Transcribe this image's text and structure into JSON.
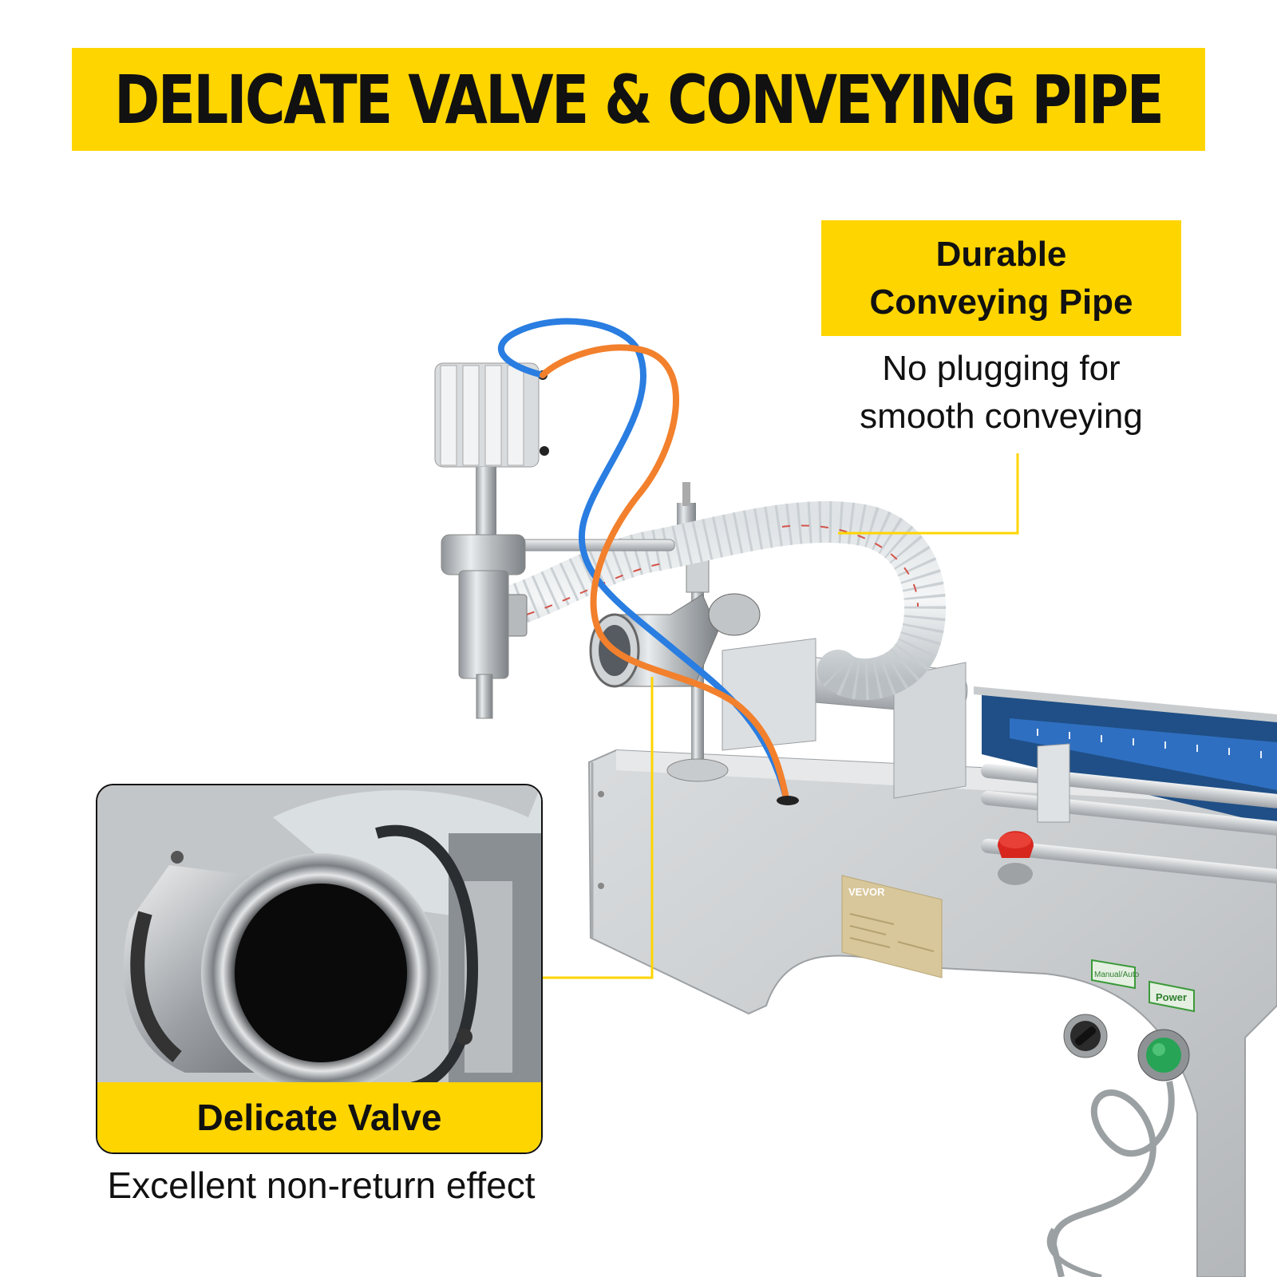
{
  "banner": {
    "title": "DELICATE VALVE & CONVEYING PIPE"
  },
  "conveying_pipe": {
    "title_line1": "Durable",
    "title_line2": "Conveying Pipe",
    "description_line1": "No plugging for",
    "description_line2": "smooth conveying"
  },
  "valve": {
    "caption": "Delicate Valve",
    "description": "Excellent non-return effect"
  },
  "machine": {
    "brand": "VEVOR",
    "switch_label": "Manual/Auto",
    "power_label": "Power"
  },
  "colors": {
    "accent_yellow": "#ffd500",
    "text": "#111111",
    "air_tube_blue": "#2a7de1",
    "air_tube_orange": "#f2802c",
    "power_button": "#27a456",
    "emergency_stop": "#d6261e"
  }
}
